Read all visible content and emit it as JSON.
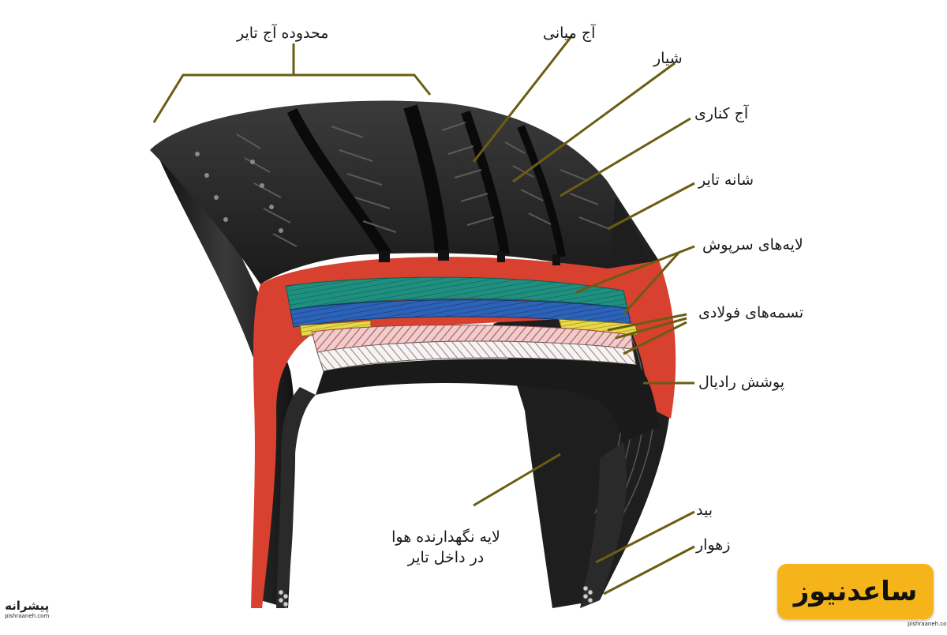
{
  "labels": {
    "tread_area": "محدوده آج تایر",
    "center_tread": "آج میانی",
    "groove": "شیار",
    "side_tread": "آج کناری",
    "shoulder": "شانه تایر",
    "cap_plies": "لایه‌های سرپوش",
    "steel_belts": "تسمه‌های فولادی",
    "radial_ply": "پوشش رادیال",
    "inner_liner_line1": "لایه نگهدارنده هوا",
    "inner_liner_line2": "در داخل تایر",
    "bead": "بید",
    "bead_filler": "زهوار"
  },
  "watermark": {
    "brand": "ساعدنیوز",
    "left_logo": "پیشرانه",
    "left_url": "pishraaneh.com",
    "right_url": "pishraaneh.com"
  },
  "colors": {
    "tire_black": "#1c1c1c",
    "rubber_red": "#d8412f",
    "cap_ply_teal": "#1f8f7f",
    "cap_ply_blue": "#2c63b8",
    "steel_yellow": "#e8d84a",
    "body_pink": "#e8b8b8",
    "leader_line": "#6b5d12",
    "brand_badge": "#f5b51a"
  }
}
